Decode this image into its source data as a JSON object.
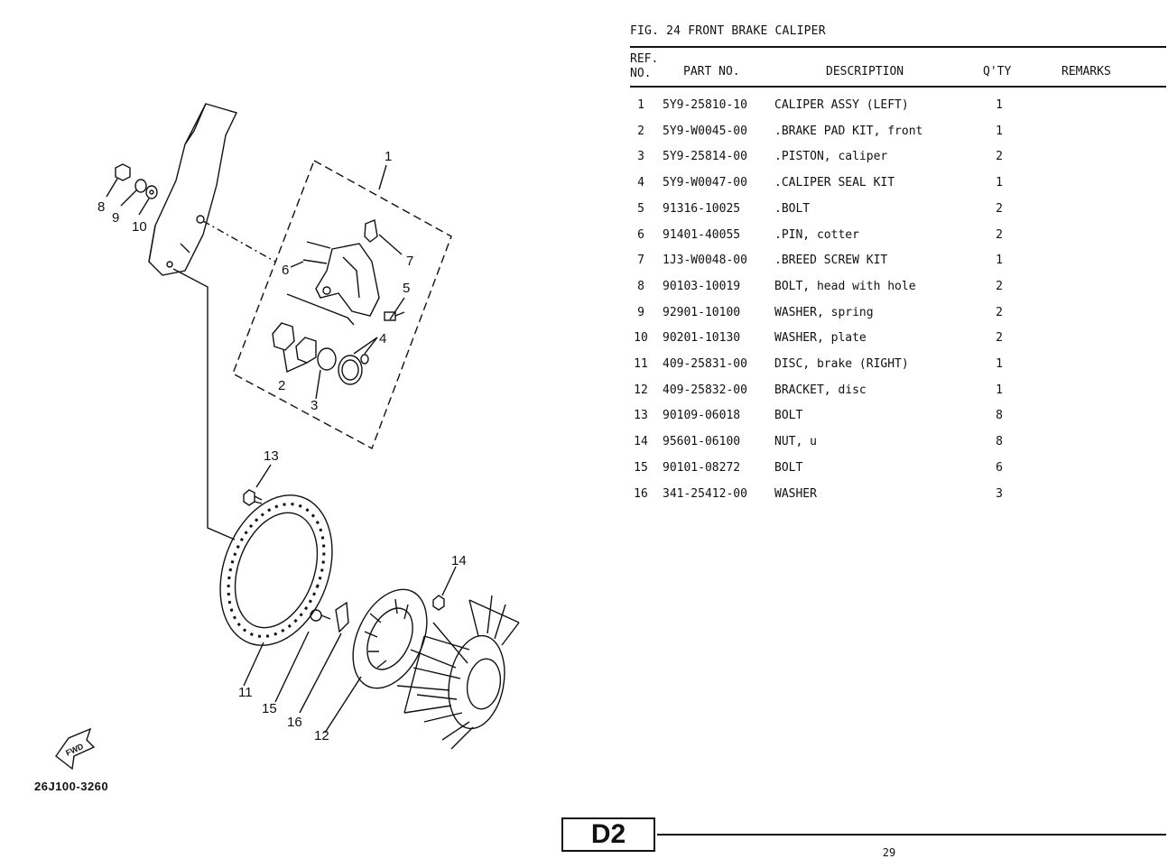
{
  "figure": {
    "title": "FIG. 24  FRONT BRAKE CALIPER"
  },
  "table": {
    "headers": {
      "ref_line1": "REF.",
      "ref_line2": "NO.",
      "part": "PART NO.",
      "desc": "DESCRIPTION",
      "qty": "Q'TY",
      "remarks": "REMARKS"
    },
    "rows": [
      {
        "ref": "1",
        "part": "5Y9-25810-10",
        "desc": "CALIPER ASSY (LEFT)",
        "qty": "1"
      },
      {
        "ref": "2",
        "part": "5Y9-W0045-00",
        "desc": ".BRAKE PAD KIT, front",
        "qty": "1"
      },
      {
        "ref": "3",
        "part": "5Y9-25814-00",
        "desc": ".PISTON, caliper",
        "qty": "2"
      },
      {
        "ref": "4",
        "part": "5Y9-W0047-00",
        "desc": ".CALIPER SEAL KIT",
        "qty": "1"
      },
      {
        "ref": "5",
        "part": "91316-10025",
        "desc": ".BOLT",
        "qty": "2"
      },
      {
        "ref": "6",
        "part": "91401-40055",
        "desc": ".PIN, cotter",
        "qty": "2"
      },
      {
        "ref": "7",
        "part": "1J3-W0048-00",
        "desc": ".BREED SCREW KIT",
        "qty": "1"
      },
      {
        "ref": "8",
        "part": "90103-10019",
        "desc": "BOLT, head with hole",
        "qty": "2"
      },
      {
        "ref": "9",
        "part": "92901-10100",
        "desc": "WASHER, spring",
        "qty": "2"
      },
      {
        "ref": "10",
        "part": "90201-10130",
        "desc": "WASHER, plate",
        "qty": "2"
      },
      {
        "ref": "11",
        "part": "409-25831-00",
        "desc": "DISC, brake (RIGHT)",
        "qty": "1"
      },
      {
        "ref": "12",
        "part": "409-25832-00",
        "desc": "BRACKET, disc",
        "qty": "1"
      },
      {
        "ref": "13",
        "part": "90109-06018",
        "desc": "BOLT",
        "qty": "8"
      },
      {
        "ref": "14",
        "part": "95601-06100",
        "desc": "NUT, u",
        "qty": "8"
      },
      {
        "ref": "15",
        "part": "90101-08272",
        "desc": "BOLT",
        "qty": "6"
      },
      {
        "ref": "16",
        "part": "341-25412-00",
        "desc": "WASHER",
        "qty": "3"
      }
    ]
  },
  "diagram": {
    "callouts": [
      "1",
      "2",
      "3",
      "4",
      "5",
      "6",
      "7",
      "8",
      "9",
      "10",
      "11",
      "12",
      "13",
      "14",
      "15",
      "16"
    ],
    "arrow_label": "FWD",
    "code": "26J100-3260"
  },
  "footer": {
    "section": "D2",
    "page": "29"
  }
}
